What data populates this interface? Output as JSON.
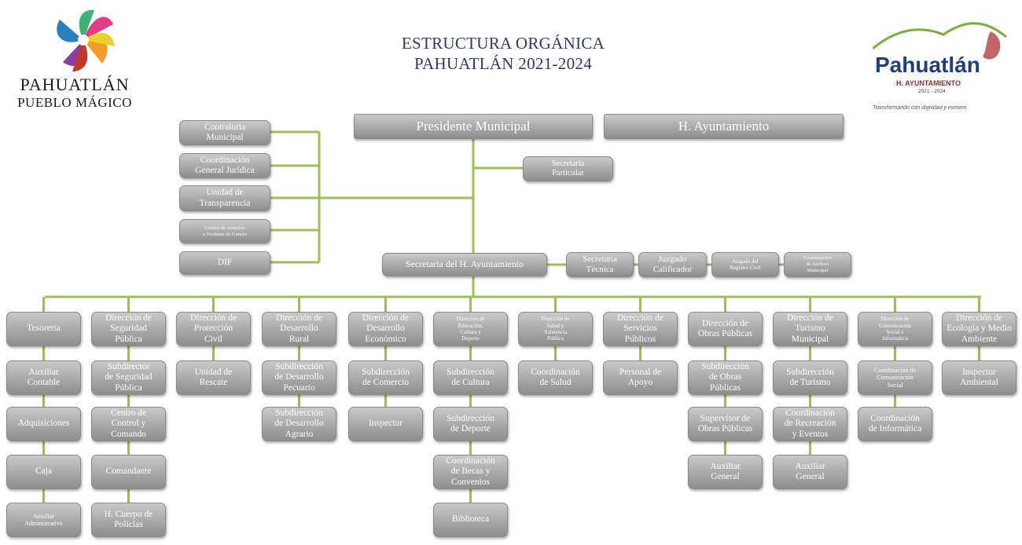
{
  "title_line1": "ESTRUCTURA ORGÁNICA",
  "title_line2": "PAHUATLÁN 2021-2024",
  "left_logo": {
    "line1": "PAHUATLÁN",
    "line2": "PUEBLO MÁGICO"
  },
  "right_logo": {
    "name": "Pahuatlán",
    "subtitle": "H. AYUNTAMIENTO",
    "years": "2021 - 2024",
    "slogan": "Transformando con dignidad y esmero"
  },
  "top": {
    "presidente": "Presidente Municipal",
    "ayuntamiento": "H. Ayuntamiento",
    "secretaria_particular": "Secretaria\nParticular"
  },
  "left_units": [
    "Contraloria\nMunicipal",
    "Coordinación\nGeneral Jurídica",
    "Unidad de\nTransparencia",
    "Unidad de Atención\na Víctimas de Genero",
    "DIF"
  ],
  "secretaria": {
    "main": "Secretaria del H. Ayuntamiento",
    "tecnica": "Secretaria\nTécnica",
    "juzgado_calificador": "Juzgado\nCalificador",
    "juzgado_registro": "Juzgado del\nRegistro Civil",
    "archivo": "Coordinación\nde Archivo\nMunicipal"
  },
  "departments": [
    {
      "head": "Tesoreria",
      "children": [
        "Auxiliar\nContable",
        "Adquisiciones",
        "Caja",
        "Auxiliar\nAdministrativo"
      ]
    },
    {
      "head": "Dirección de\nSeguridad\nPública",
      "children": [
        "Subdirector\nde Seguridad\nPública",
        "Centro de\nControl y\nComando",
        "Comandante",
        "H. Cuerpo de\nPolicías"
      ]
    },
    {
      "head": "Dirección de\nProtección\nCivil",
      "children": [
        "Unidad de\nRescate"
      ]
    },
    {
      "head": "Dirección de\nDesarrollo\nRural",
      "children": [
        "Subdirección\nde Desarrollo\nPecuario",
        "Subdirección\nde Desarrollo\nAgrario"
      ]
    },
    {
      "head": "Dirección de\nDesarrollo\nEconómico",
      "children": [
        "Subdirección\nde Comercio",
        "Inspector"
      ]
    },
    {
      "head": "Dirección de\nEducación,\nCultura y\nDeporte",
      "children": [
        "Subdirección\nde Cultura",
        "Subdirección\nde Deporte",
        "Coordinación\nde Becas y\nConvenios",
        "Biblioteca"
      ]
    },
    {
      "head": "Dirección de\nSalud y\nAsistencia\nPública",
      "children": [
        "Coordinación\nde Salud"
      ]
    },
    {
      "head": "Dirección de\nServicios\nPúblicos",
      "children": [
        "Personal de\nApoyo"
      ]
    },
    {
      "head": "Dirección de\nObras Públicas",
      "children": [
        "Subdirección\nde Obras\nPúblicas",
        "Supervisor de\nObras Públicas",
        "Auxiliar\nGeneral"
      ]
    },
    {
      "head": "Dirección de\nTurismo\nMunicipal",
      "children": [
        "Subdirección\nde Turismo",
        "Coordinación\nde Recreación\ny Eventos",
        "Auxiliar\nGeneral"
      ]
    },
    {
      "head": "Dirección de\nComunicación\nSocial e\nInformática",
      "children": [
        "Coordinación de\nComunicación\nSocial",
        "Coordinación\nde Informática"
      ]
    },
    {
      "head": "Dirección de\nEcología y Medio\nAmbiente",
      "children": [
        "Inspector\nAmbiental"
      ]
    }
  ],
  "colors": {
    "line": "#9dbf5a",
    "title": "#2f3a63"
  }
}
